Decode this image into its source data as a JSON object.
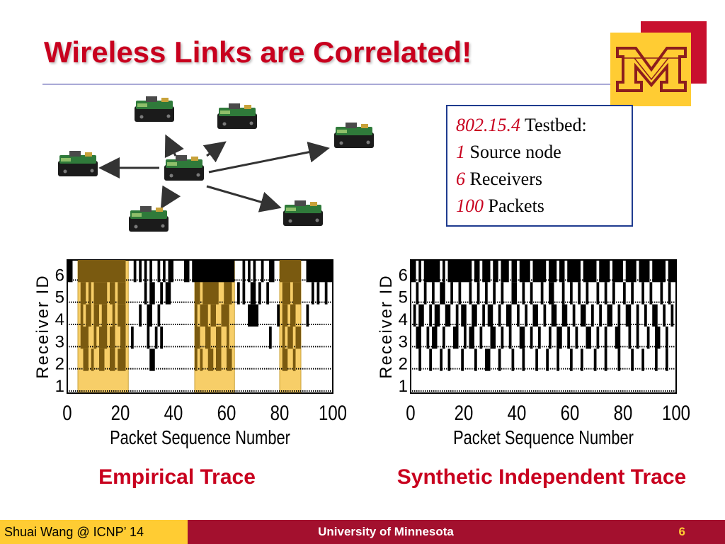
{
  "slide": {
    "title": "Wireless Links are Correlated!"
  },
  "colors": {
    "accent_red": "#c8001e",
    "gold": "#ffcc33",
    "maroon": "#a3102e",
    "box_border": "#1f3b8f",
    "highlight": "#f5c242"
  },
  "testbed": {
    "lines": [
      {
        "num": "802.15.4",
        "text": " Testbed:"
      },
      {
        "num": "1",
        "text": " Source node"
      },
      {
        "num": "6",
        "text": " Receivers"
      },
      {
        "num": "100",
        "text": " Packets"
      }
    ]
  },
  "icons": {
    "logo": "university-m-logo",
    "node": "sensor-node-icon"
  },
  "chart_data": [
    {
      "type": "heatmap",
      "caption": "Empirical Trace",
      "xlabel": "Packet Sequence Number",
      "ylabel": "Receiver ID",
      "xlim": [
        0,
        100
      ],
      "ylim": [
        1,
        6
      ],
      "x_ticks": [
        "0",
        "20",
        "40",
        "60",
        "80",
        "100"
      ],
      "y_ticks": [
        "1",
        "2",
        "3",
        "4",
        "5",
        "6"
      ],
      "highlight_ranges": [
        [
          4,
          23
        ],
        [
          48,
          63
        ],
        [
          80,
          88
        ]
      ],
      "receptions": {
        "6": [
          [
            0,
            2
          ],
          [
            4,
            22
          ],
          [
            25,
            26
          ],
          [
            27,
            28
          ],
          [
            29,
            30
          ],
          [
            31,
            32
          ],
          [
            34,
            35
          ],
          [
            36,
            37
          ],
          [
            38,
            40
          ],
          [
            44,
            46
          ],
          [
            47,
            63
          ],
          [
            66,
            67
          ],
          [
            68,
            69
          ],
          [
            70,
            71
          ],
          [
            73,
            74
          ],
          [
            76,
            78
          ],
          [
            80,
            88
          ],
          [
            90,
            100
          ]
        ],
        "5": [
          [
            5,
            7
          ],
          [
            8,
            9
          ],
          [
            10,
            15
          ],
          [
            16,
            18
          ],
          [
            19,
            22
          ],
          [
            29,
            30
          ],
          [
            31,
            33
          ],
          [
            35,
            36
          ],
          [
            37,
            39
          ],
          [
            48,
            50
          ],
          [
            51,
            57
          ],
          [
            59,
            62
          ],
          [
            64,
            65
          ],
          [
            66,
            67
          ],
          [
            69,
            71
          ],
          [
            72,
            73
          ],
          [
            75,
            76
          ],
          [
            81,
            84
          ],
          [
            85,
            88
          ],
          [
            92,
            93
          ],
          [
            94,
            95
          ],
          [
            97,
            98
          ]
        ],
        "4": [
          [
            5,
            6
          ],
          [
            7,
            9
          ],
          [
            10,
            12
          ],
          [
            13,
            15
          ],
          [
            17,
            18
          ],
          [
            19,
            22
          ],
          [
            27,
            28
          ],
          [
            30,
            32
          ],
          [
            34,
            35
          ],
          [
            48,
            49
          ],
          [
            50,
            53
          ],
          [
            54,
            56
          ],
          [
            58,
            61
          ],
          [
            68,
            72
          ],
          [
            79,
            80
          ],
          [
            81,
            83
          ],
          [
            84,
            86
          ],
          [
            90,
            91
          ]
        ],
        "3": [
          [
            5,
            8
          ],
          [
            10,
            11
          ],
          [
            12,
            15
          ],
          [
            16,
            18
          ],
          [
            20,
            22
          ],
          [
            24,
            25
          ],
          [
            30,
            31
          ],
          [
            33,
            34
          ],
          [
            35,
            36
          ],
          [
            48,
            50
          ],
          [
            52,
            54
          ],
          [
            56,
            58
          ],
          [
            60,
            61
          ],
          [
            76,
            77
          ],
          [
            81,
            82
          ],
          [
            83,
            85
          ],
          [
            86,
            88
          ]
        ],
        "2": [
          [
            6,
            8
          ],
          [
            9,
            10
          ],
          [
            12,
            14
          ],
          [
            16,
            18
          ],
          [
            19,
            22
          ],
          [
            31,
            33
          ],
          [
            48,
            49
          ],
          [
            50,
            51
          ],
          [
            53,
            55
          ],
          [
            56,
            58
          ],
          [
            60,
            62
          ],
          [
            81,
            83
          ],
          [
            85,
            86
          ]
        ],
        "1": []
      }
    },
    {
      "type": "heatmap",
      "caption": "Synthetic Independent Trace",
      "xlabel": "Packet Sequence Number",
      "ylabel": "Receiver ID",
      "xlim": [
        0,
        100
      ],
      "ylim": [
        1,
        6
      ],
      "x_ticks": [
        "0",
        "20",
        "40",
        "60",
        "80",
        "100"
      ],
      "y_ticks": [
        "1",
        "2",
        "3",
        "4",
        "5",
        "6"
      ],
      "highlight_ranges": [],
      "receptions": {
        "6": [
          [
            0,
            2
          ],
          [
            3,
            4
          ],
          [
            5,
            11
          ],
          [
            12,
            13
          ],
          [
            14,
            23
          ],
          [
            24,
            26
          ],
          [
            27,
            30
          ],
          [
            31,
            33
          ],
          [
            34,
            37
          ],
          [
            38,
            40
          ],
          [
            41,
            45
          ],
          [
            46,
            51
          ],
          [
            52,
            55
          ],
          [
            56,
            58
          ],
          [
            59,
            64
          ],
          [
            65,
            70
          ],
          [
            71,
            75
          ],
          [
            76,
            80
          ],
          [
            81,
            85
          ],
          [
            86,
            90
          ],
          [
            91,
            96
          ],
          [
            97,
            100
          ]
        ],
        "5": [
          [
            2,
            3
          ],
          [
            5,
            6
          ],
          [
            8,
            9
          ],
          [
            11,
            13
          ],
          [
            15,
            16
          ],
          [
            18,
            19
          ],
          [
            22,
            23
          ],
          [
            25,
            26
          ],
          [
            28,
            29
          ],
          [
            31,
            32
          ],
          [
            34,
            35
          ],
          [
            38,
            40
          ],
          [
            42,
            43
          ],
          [
            45,
            46
          ],
          [
            49,
            50
          ],
          [
            52,
            54
          ],
          [
            57,
            58
          ],
          [
            60,
            61
          ],
          [
            63,
            64
          ],
          [
            66,
            67
          ],
          [
            70,
            71
          ],
          [
            73,
            74
          ],
          [
            76,
            77
          ],
          [
            80,
            81
          ],
          [
            83,
            84
          ],
          [
            87,
            88
          ],
          [
            90,
            91
          ],
          [
            94,
            95
          ],
          [
            97,
            98
          ]
        ],
        "4": [
          [
            1,
            2
          ],
          [
            3,
            5
          ],
          [
            7,
            8
          ],
          [
            9,
            11
          ],
          [
            13,
            15
          ],
          [
            17,
            18
          ],
          [
            19,
            21
          ],
          [
            23,
            25
          ],
          [
            27,
            28
          ],
          [
            29,
            31
          ],
          [
            33,
            34
          ],
          [
            36,
            38
          ],
          [
            40,
            41
          ],
          [
            43,
            44
          ],
          [
            46,
            48
          ],
          [
            50,
            51
          ],
          [
            53,
            55
          ],
          [
            57,
            59
          ],
          [
            61,
            62
          ],
          [
            64,
            66
          ],
          [
            68,
            69
          ],
          [
            71,
            72
          ],
          [
            74,
            76
          ],
          [
            78,
            79
          ],
          [
            81,
            83
          ],
          [
            85,
            86
          ],
          [
            88,
            89
          ],
          [
            91,
            93
          ],
          [
            95,
            96
          ],
          [
            98,
            99
          ]
        ],
        "3": [
          [
            2,
            4
          ],
          [
            6,
            7
          ],
          [
            8,
            10
          ],
          [
            12,
            13
          ],
          [
            16,
            18
          ],
          [
            20,
            21
          ],
          [
            22,
            24
          ],
          [
            26,
            27
          ],
          [
            30,
            32
          ],
          [
            34,
            35
          ],
          [
            37,
            38
          ],
          [
            41,
            43
          ],
          [
            45,
            46
          ],
          [
            48,
            49
          ],
          [
            52,
            53
          ],
          [
            55,
            57
          ],
          [
            59,
            60
          ],
          [
            62,
            63
          ],
          [
            66,
            68
          ],
          [
            70,
            71
          ],
          [
            73,
            74
          ],
          [
            77,
            79
          ],
          [
            82,
            83
          ],
          [
            85,
            86
          ],
          [
            89,
            90
          ],
          [
            92,
            94
          ],
          [
            96,
            97
          ]
        ],
        "2": [
          [
            3,
            4
          ],
          [
            7,
            8
          ],
          [
            11,
            12
          ],
          [
            14,
            15
          ],
          [
            19,
            20
          ],
          [
            24,
            25
          ],
          [
            28,
            30
          ],
          [
            33,
            34
          ],
          [
            38,
            39
          ],
          [
            42,
            43
          ],
          [
            47,
            48
          ],
          [
            51,
            52
          ],
          [
            55,
            56
          ],
          [
            60,
            61
          ],
          [
            64,
            65
          ],
          [
            69,
            70
          ],
          [
            73,
            74
          ],
          [
            78,
            79
          ],
          [
            83,
            84
          ],
          [
            87,
            88
          ],
          [
            92,
            93
          ],
          [
            96,
            97
          ]
        ],
        "1": []
      }
    }
  ],
  "captions": {
    "empirical": "Empirical Trace",
    "synthetic": "Synthetic Independent Trace"
  },
  "footer": {
    "author": "Shuai Wang @ ICNP’ 14",
    "institution": "University of Minnesota",
    "page": "6"
  }
}
